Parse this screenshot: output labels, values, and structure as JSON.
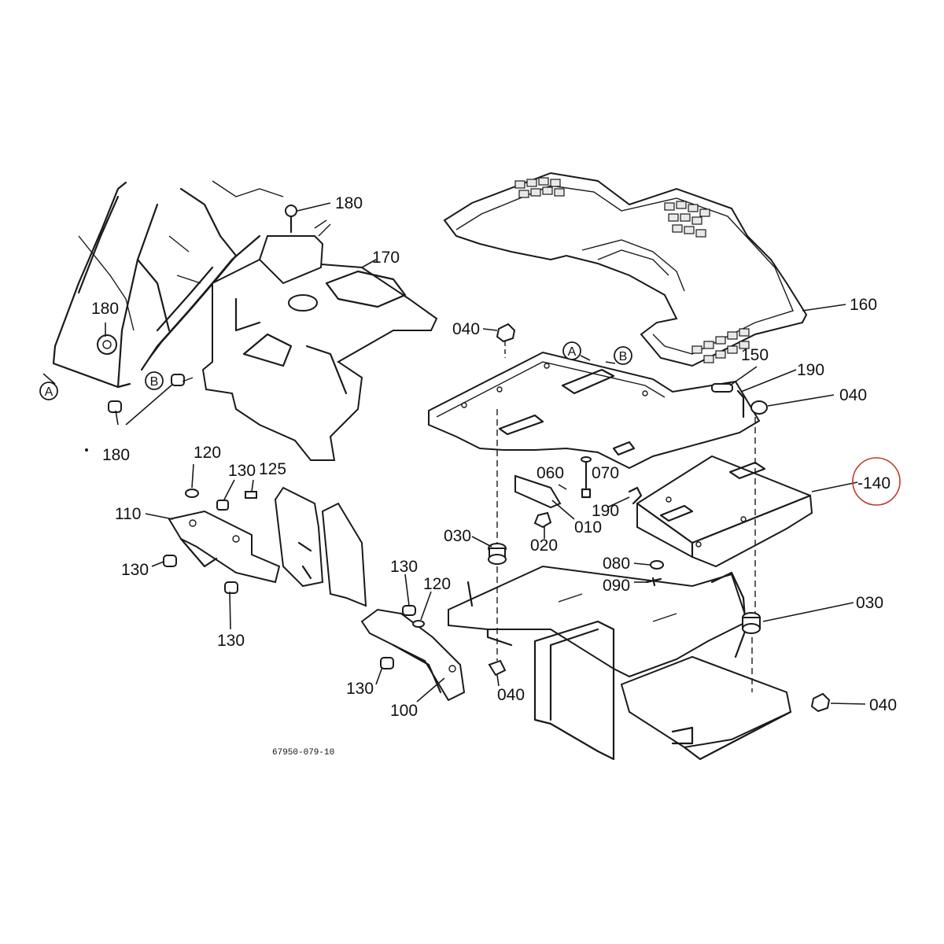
{
  "diagram_code": "67950-079-10",
  "highlight": {
    "part": "140",
    "color": "#c0392b"
  },
  "refs": {
    "a": "A",
    "b": "B"
  },
  "callouts": {
    "c180_top": "180",
    "c170": "170",
    "c180_left": "180",
    "c180_bottom": "180",
    "c160": "160",
    "c040_center": "040",
    "c150": "150",
    "c190_top": "190",
    "c040_right": "040",
    "c140": "-140",
    "c120_left": "120",
    "c130_top": "130",
    "c125": "125",
    "c110": "110",
    "c130_left": "130",
    "c130_lower": "130",
    "c060": "060",
    "c070": "070",
    "c010": "010",
    "c190_mid": "190",
    "c020": "020",
    "c030_center": "030",
    "c080": "080",
    "c090": "090",
    "c130_mid": "130",
    "c120_mid": "120",
    "c030_right": "030",
    "c130_bottom": "130",
    "c100": "100",
    "c040_bottom": "040",
    "c040_bottom_right": "040"
  }
}
